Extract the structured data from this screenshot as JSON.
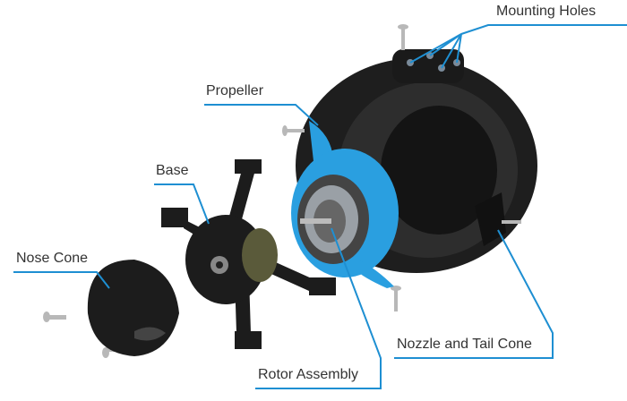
{
  "labels": {
    "mounting_holes": "Mounting Holes",
    "propeller": "Propeller",
    "base": "Base",
    "nose_cone": "Nose Cone",
    "rotor_assembly": "Rotor Assembly",
    "nozzle_tail_cone": "Nozzle and Tail Cone"
  },
  "colors": {
    "leader_line": "#1e8fd2",
    "propeller": "#2a9fe0",
    "parts": "#1c1c1c",
    "text": "#333333"
  }
}
